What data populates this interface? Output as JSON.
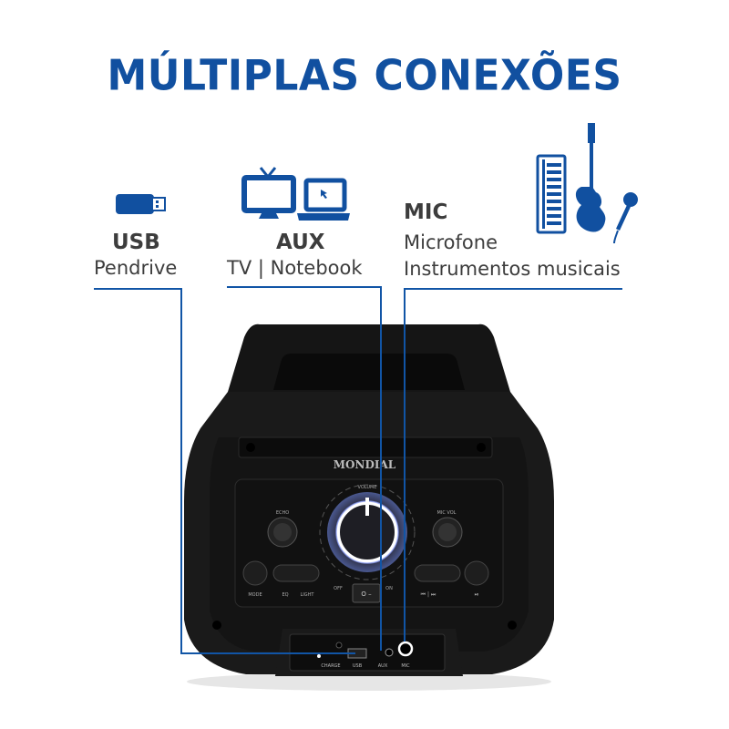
{
  "title": "MÚLTIPLAS CONEXÕES",
  "colors": {
    "accent": "#1150a0",
    "text": "#3d3d3d",
    "speaker": "#1a1a1a"
  },
  "connections": [
    {
      "id": "usb",
      "label": "USB",
      "description": "Pendrive",
      "icon": "usb-drive-icon"
    },
    {
      "id": "aux",
      "label": "AUX",
      "description": "TV | Notebook",
      "icon": "tv-notebook-icon"
    },
    {
      "id": "mic",
      "label": "MIC",
      "description_lines": [
        "Microfone",
        "Instrumentos musicais"
      ],
      "icon": "instruments-icon"
    }
  ],
  "speaker": {
    "brand": "MONDIAL",
    "controls": {
      "volume": "VOLUME",
      "echo": "ECHO",
      "mic_vol": "MIC VOL",
      "mode": "MODE",
      "eq": "EQ",
      "light": "LIGHT",
      "off": "OFF",
      "on": "ON",
      "switch": "O  –"
    },
    "ports": {
      "charge": "CHARGE",
      "usb": "USB",
      "aux": "AUX",
      "mic": "MIC"
    }
  }
}
